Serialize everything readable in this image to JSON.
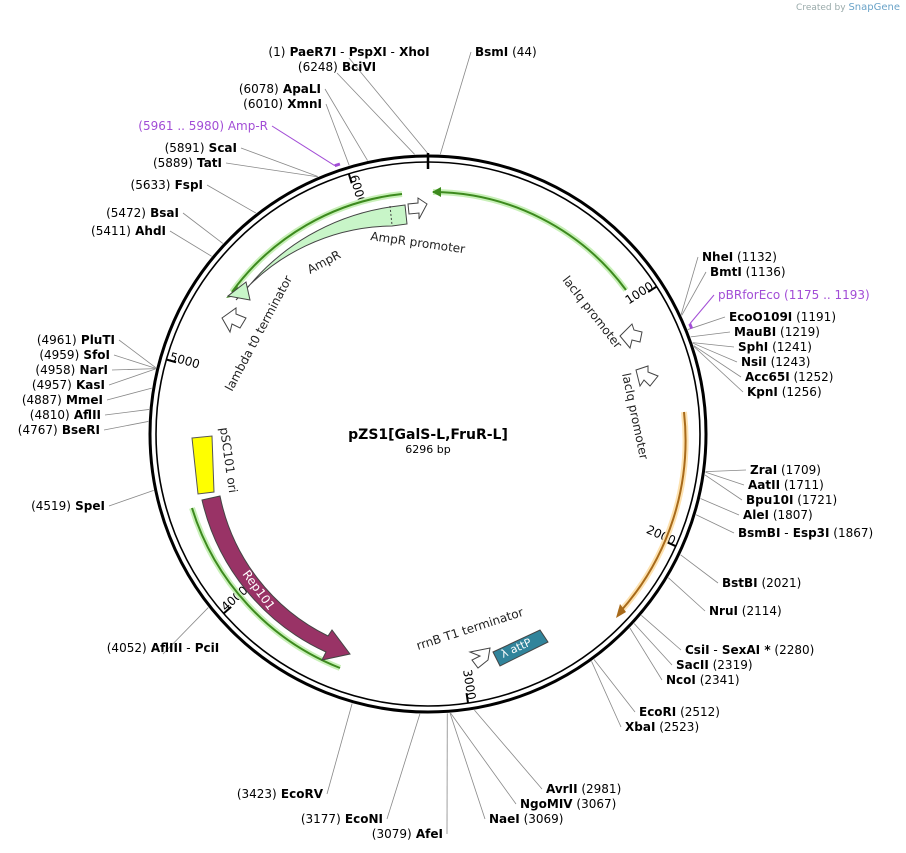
{
  "branding": {
    "created_by": "Created by",
    "app": "SnapGene"
  },
  "plasmid": {
    "name": "pZS1[GalS-L,FruR-L]",
    "size_label": "6296 bp",
    "length": 6296
  },
  "ticks": [
    {
      "pos": 1000,
      "label": "1000"
    },
    {
      "pos": 2000,
      "label": "2000"
    },
    {
      "pos": 3000,
      "label": "3000"
    },
    {
      "pos": 4000,
      "label": "4000"
    },
    {
      "pos": 5000,
      "label": "5000"
    },
    {
      "pos": 6000,
      "label": "6000"
    }
  ],
  "sites": [
    {
      "pos": 1,
      "text": [
        [
          "(1)",
          "p"
        ],
        [
          "PaeR7I",
          "n"
        ],
        [
          "-",
          "p"
        ],
        [
          "PspXI",
          "n"
        ],
        [
          "-",
          "p"
        ],
        [
          "XhoI",
          "n"
        ]
      ]
    },
    {
      "pos": 6248,
      "text": [
        [
          "(6248)",
          "p"
        ],
        [
          "BciVI",
          "n"
        ]
      ]
    },
    {
      "pos": 44,
      "text": [
        [
          "BsmI",
          "n"
        ],
        [
          "(44)",
          "p"
        ]
      ]
    },
    {
      "pos": 6078,
      "text": [
        [
          "(6078)",
          "p"
        ],
        [
          "ApaLI",
          "n"
        ]
      ]
    },
    {
      "pos": 6010,
      "text": [
        [
          "(6010)",
          "p"
        ],
        [
          "XmnI",
          "n"
        ]
      ]
    },
    {
      "pos": 5891,
      "text": [
        [
          "(5891)",
          "p"
        ],
        [
          "ScaI",
          "n"
        ]
      ]
    },
    {
      "pos": 5889,
      "text": [
        [
          "(5889)",
          "p"
        ],
        [
          "TatI",
          "n"
        ]
      ]
    },
    {
      "pos": 5633,
      "text": [
        [
          "(5633)",
          "p"
        ],
        [
          "FspI",
          "n"
        ]
      ]
    },
    {
      "pos": 5472,
      "text": [
        [
          "(5472)",
          "p"
        ],
        [
          "BsaI",
          "n"
        ]
      ]
    },
    {
      "pos": 5411,
      "text": [
        [
          "(5411)",
          "p"
        ],
        [
          "AhdI",
          "n"
        ]
      ]
    },
    {
      "pos": 4961,
      "text": [
        [
          "(4961)",
          "p"
        ],
        [
          "PluTI",
          "n"
        ]
      ]
    },
    {
      "pos": 4959,
      "text": [
        [
          "(4959)",
          "p"
        ],
        [
          "SfoI",
          "n"
        ]
      ]
    },
    {
      "pos": 4958,
      "text": [
        [
          "(4958)",
          "p"
        ],
        [
          "NarI",
          "n"
        ]
      ]
    },
    {
      "pos": 4957,
      "text": [
        [
          "(4957)",
          "p"
        ],
        [
          "KasI",
          "n"
        ]
      ]
    },
    {
      "pos": 4887,
      "text": [
        [
          "(4887)",
          "p"
        ],
        [
          "MmeI",
          "n"
        ]
      ]
    },
    {
      "pos": 4810,
      "text": [
        [
          "(4810)",
          "p"
        ],
        [
          "AflII",
          "n"
        ]
      ]
    },
    {
      "pos": 4767,
      "text": [
        [
          "(4767)",
          "p"
        ],
        [
          "BseRI",
          "n"
        ]
      ]
    },
    {
      "pos": 4519,
      "text": [
        [
          "(4519)",
          "p"
        ],
        [
          "SpeI",
          "n"
        ]
      ]
    },
    {
      "pos": 4052,
      "text": [
        [
          "(4052)",
          "p"
        ],
        [
          "AflIII",
          "n"
        ],
        [
          "-",
          "p"
        ],
        [
          "PciI",
          "n"
        ]
      ]
    },
    {
      "pos": 3423,
      "text": [
        [
          "(3423)",
          "p"
        ],
        [
          "EcoRV",
          "n"
        ]
      ]
    },
    {
      "pos": 3177,
      "text": [
        [
          "(3177)",
          "p"
        ],
        [
          "EcoNI",
          "n"
        ]
      ]
    },
    {
      "pos": 3079,
      "text": [
        [
          "(3079)",
          "p"
        ],
        [
          "AfeI",
          "n"
        ]
      ]
    },
    {
      "pos": 3069,
      "text": [
        [
          "NaeI",
          "n"
        ],
        [
          "(3069)",
          "p"
        ]
      ]
    },
    {
      "pos": 3067,
      "text": [
        [
          "NgoMIV",
          "n"
        ],
        [
          "(3067)",
          "p"
        ]
      ]
    },
    {
      "pos": 2981,
      "text": [
        [
          "AvrII",
          "n"
        ],
        [
          "(2981)",
          "p"
        ]
      ]
    },
    {
      "pos": 2523,
      "text": [
        [
          "XbaI",
          "n"
        ],
        [
          "(2523)",
          "p"
        ]
      ]
    },
    {
      "pos": 2512,
      "text": [
        [
          "EcoRI",
          "n"
        ],
        [
          "(2512)",
          "p"
        ]
      ]
    },
    {
      "pos": 2341,
      "text": [
        [
          "NcoI",
          "n"
        ],
        [
          "(2341)",
          "p"
        ]
      ]
    },
    {
      "pos": 2319,
      "text": [
        [
          "SacII",
          "n"
        ],
        [
          "(2319)",
          "p"
        ]
      ]
    },
    {
      "pos": 2280,
      "text": [
        [
          "CsiI",
          "n"
        ],
        [
          "-",
          "p"
        ],
        [
          "SexAI *",
          "n"
        ],
        [
          "(2280)",
          "p"
        ]
      ]
    },
    {
      "pos": 2114,
      "text": [
        [
          "NruI",
          "n"
        ],
        [
          "(2114)",
          "p"
        ]
      ]
    },
    {
      "pos": 2021,
      "text": [
        [
          "BstBI",
          "n"
        ],
        [
          "(2021)",
          "p"
        ]
      ]
    },
    {
      "pos": 1867,
      "text": [
        [
          "BsmBI",
          "n"
        ],
        [
          "-",
          "p"
        ],
        [
          "Esp3I",
          "n"
        ],
        [
          "(1867)",
          "p"
        ]
      ]
    },
    {
      "pos": 1807,
      "text": [
        [
          "AleI",
          "n"
        ],
        [
          "(1807)",
          "p"
        ]
      ]
    },
    {
      "pos": 1721,
      "text": [
        [
          "Bpu10I",
          "n"
        ],
        [
          "(1721)",
          "p"
        ]
      ]
    },
    {
      "pos": 1711,
      "text": [
        [
          "AatII",
          "n"
        ],
        [
          "(1711)",
          "p"
        ]
      ]
    },
    {
      "pos": 1709,
      "text": [
        [
          "ZraI",
          "n"
        ],
        [
          "(1709)",
          "p"
        ]
      ]
    },
    {
      "pos": 1256,
      "text": [
        [
          "KpnI",
          "n"
        ],
        [
          "(1256)",
          "p"
        ]
      ]
    },
    {
      "pos": 1252,
      "text": [
        [
          "Acc65I",
          "n"
        ],
        [
          "(1252)",
          "p"
        ]
      ]
    },
    {
      "pos": 1243,
      "text": [
        [
          "NsiI",
          "n"
        ],
        [
          "(1243)",
          "p"
        ]
      ]
    },
    {
      "pos": 1241,
      "text": [
        [
          "SphI",
          "n"
        ],
        [
          "(1241)",
          "p"
        ]
      ]
    },
    {
      "pos": 1219,
      "text": [
        [
          "MauBI",
          "n"
        ],
        [
          "(1219)",
          "p"
        ]
      ]
    },
    {
      "pos": 1191,
      "text": [
        [
          "EcoO109I",
          "n"
        ],
        [
          "(1191)",
          "p"
        ]
      ]
    },
    {
      "pos": 1136,
      "text": [
        [
          "BmtI",
          "n"
        ],
        [
          "(1136)",
          "p"
        ]
      ]
    },
    {
      "pos": 1132,
      "text": [
        [
          "NheI",
          "n"
        ],
        [
          "(1132)",
          "p"
        ]
      ]
    }
  ],
  "primers": [
    {
      "name": "Amp-R",
      "range": "(5961 .. 5980)",
      "start": 5961,
      "end": 5980
    },
    {
      "name": "pBRforEco",
      "range": "(1175 .. 1193)",
      "start": 1175,
      "end": 1193
    }
  ],
  "features": {
    "lacIq_promoter_1": "lacIq promoter",
    "lacIq_promoter_2": "lacIq promoter",
    "ampr_promoter": "AmpR promoter",
    "ampr": "AmpR",
    "lambda_t0": "lambda t0 terminator",
    "psc101_ori": "pSC101 ori",
    "rep101": "Rep101",
    "rrnb_t1": "rrnB T1 terminator",
    "attp": "λ attP"
  },
  "colors": {
    "ampr_fill": "#c8f5c8",
    "rep101_fill": "#993366",
    "psc101_ori_fill": "#ffff00",
    "attp_fill": "#31849b",
    "primer": "#a24dd6",
    "orf_green": "#3d8a1e",
    "orf_orange": "#e8a33a"
  }
}
